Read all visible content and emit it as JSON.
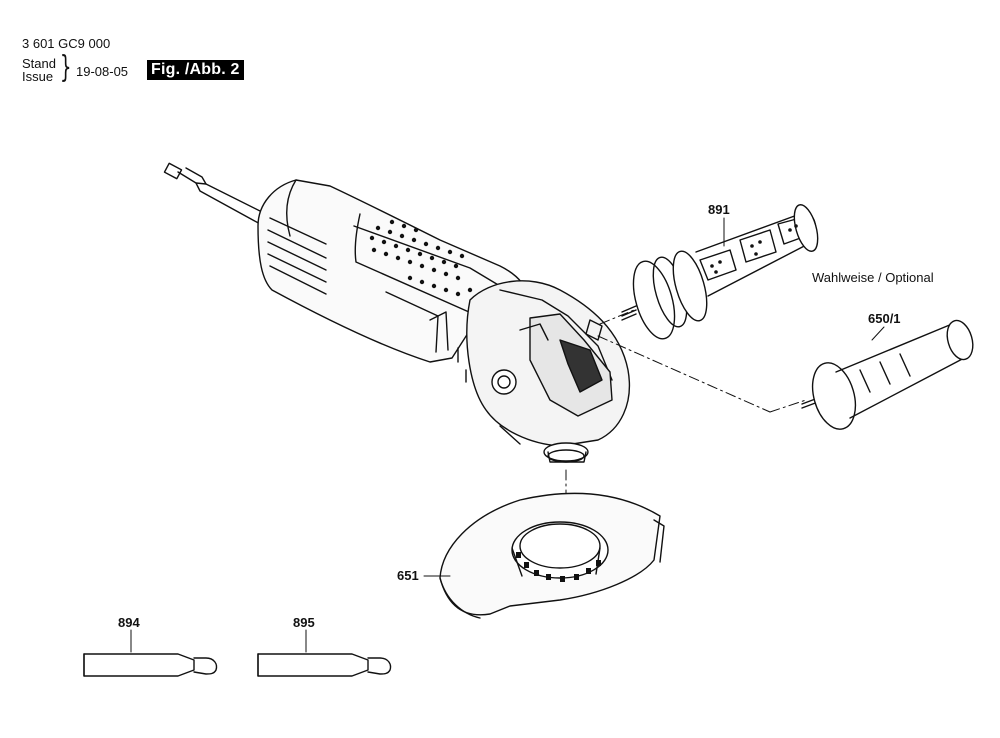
{
  "header": {
    "part_number": "3 601 GC9 000",
    "stand": "Stand",
    "issue": "Issue",
    "date": "19-08-05",
    "figure": "Fig. /Abb. 2"
  },
  "labels": {
    "p891": "891",
    "p650_1": "650/1",
    "p651": "651",
    "p894": "894",
    "p895": "895",
    "optional": "Wahlweise / Optional"
  }
}
